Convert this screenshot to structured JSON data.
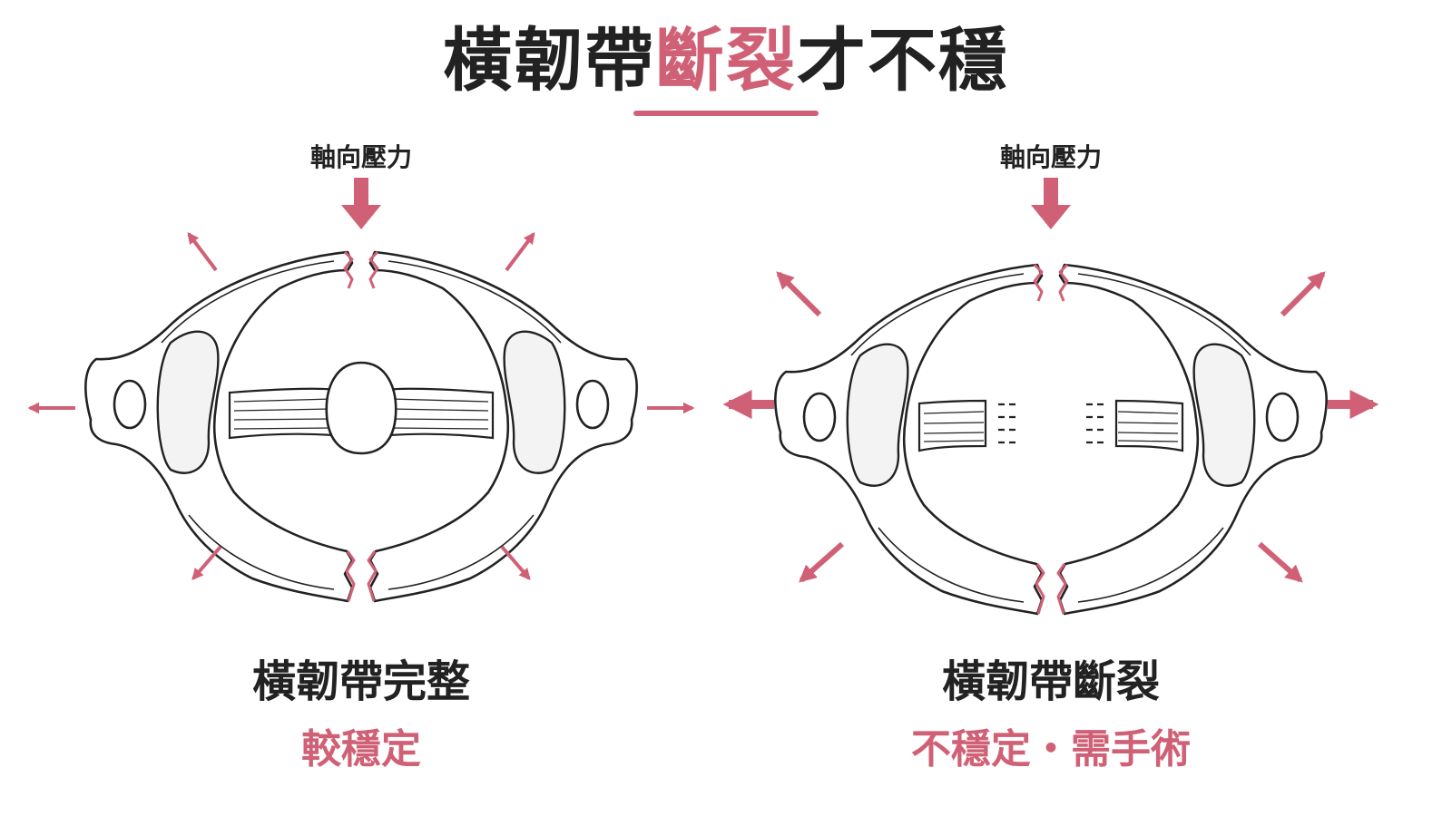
{
  "title": {
    "part1": "橫韌帶",
    "highlight": "斷裂",
    "part2": "才不穩"
  },
  "colors": {
    "accent": "#d06075",
    "text": "#222222",
    "background": "#ffffff"
  },
  "panels": [
    {
      "force_label": "軸向壓力",
      "caption": "橫韌帶完整",
      "subcaption": "較穩定",
      "ligament": "intact"
    },
    {
      "force_label": "軸向壓力",
      "caption": "橫韌帶斷裂",
      "subcaption": "不穩定・需手術",
      "ligament": "ruptured"
    }
  ]
}
